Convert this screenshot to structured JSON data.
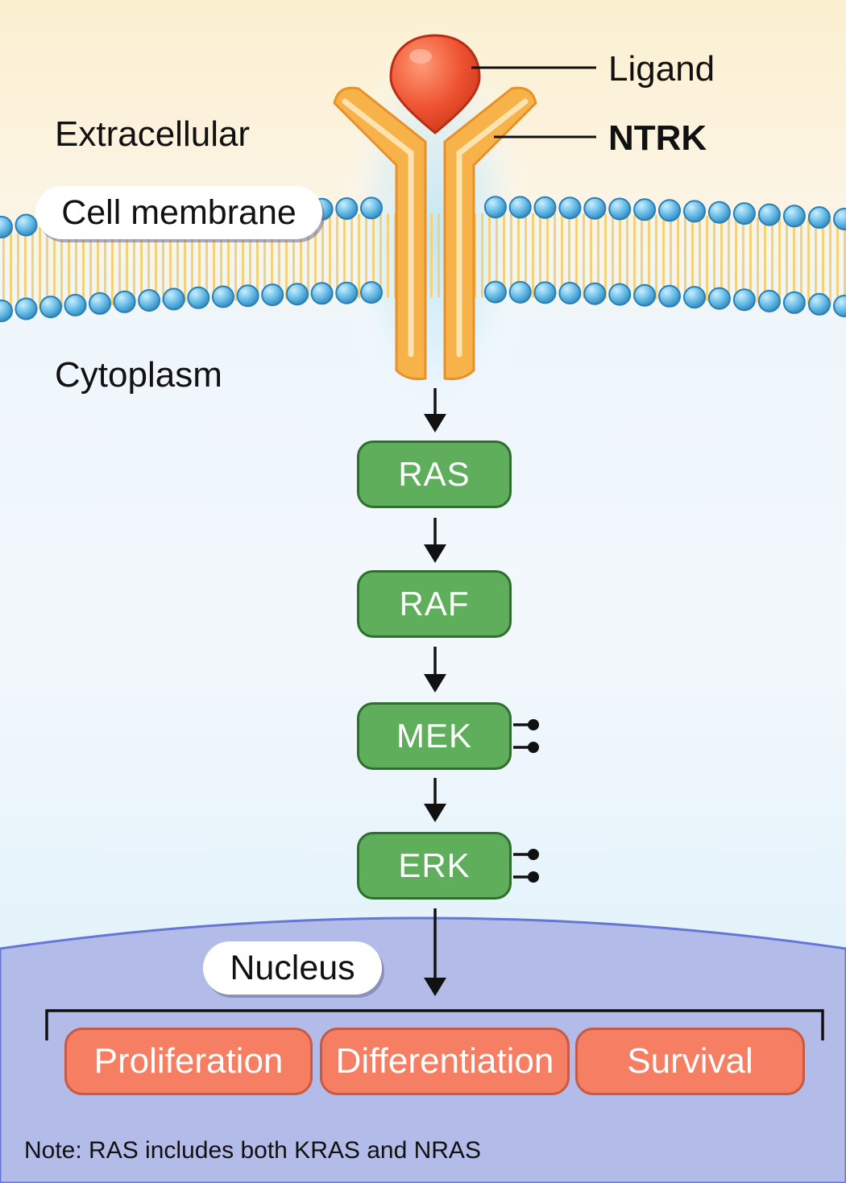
{
  "labels": {
    "ligand": "Ligand",
    "receptor": "NTRK",
    "extracellular": "Extracellular",
    "membrane": "Cell membrane",
    "cytoplasm": "Cytoplasm",
    "nucleus": "Nucleus"
  },
  "cascade": [
    "RAS",
    "RAF",
    "MEK",
    "ERK"
  ],
  "outcomes": [
    "Proliferation",
    "Differentiation",
    "Survival"
  ],
  "note": "Note: RAS includes both KRAS and NRAS",
  "colors": {
    "kinase_fill": "#5fae5c",
    "kinase_border": "#2f6f2e",
    "outcome_fill": "#f57e63",
    "receptor": "#f7b24a",
    "ligand": "#e94a2a",
    "lipid_head": "#6fc1ea",
    "nucleus": "#b3bbe8",
    "extracellular": "#fbf1d6",
    "cytoplasm": "#eaf5fc"
  },
  "phosphorylated": [
    "MEK",
    "ERK"
  ]
}
